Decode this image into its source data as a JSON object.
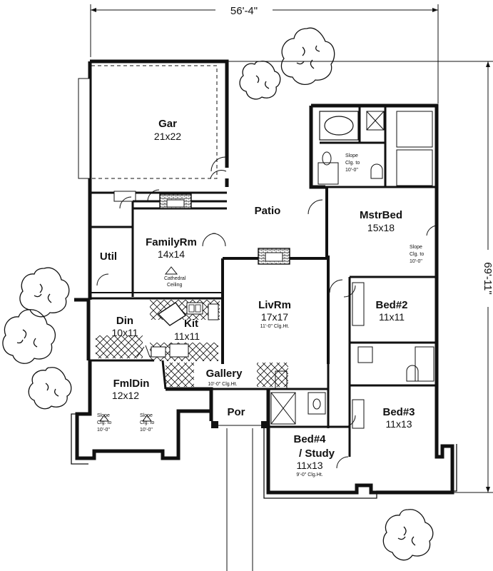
{
  "overall": {
    "width": "56'-4\"",
    "depth": "69'-11\""
  },
  "rooms": [
    {
      "key": "gar",
      "name": "Gar",
      "size": "21x22"
    },
    {
      "key": "patio",
      "name": "Patio",
      "size": ""
    },
    {
      "key": "mstrbed",
      "name": "MstrBed",
      "size": "15x18"
    },
    {
      "key": "familyrm",
      "name": "FamilyRm",
      "size": "14x14"
    },
    {
      "key": "util",
      "name": "Util",
      "size": ""
    },
    {
      "key": "livrm",
      "name": "LivRm",
      "size": "17x17"
    },
    {
      "key": "din",
      "name": "Din",
      "size": "10x11"
    },
    {
      "key": "kit",
      "name": "Kit",
      "size": "11x11"
    },
    {
      "key": "bed2",
      "name": "Bed#2",
      "size": "11x11"
    },
    {
      "key": "gallery",
      "name": "Gallery",
      "size": ""
    },
    {
      "key": "fmldin",
      "name": "FmlDin",
      "size": "12x12"
    },
    {
      "key": "por",
      "name": "Por",
      "size": ""
    },
    {
      "key": "bed3",
      "name": "Bed#3",
      "size": "11x13"
    },
    {
      "key": "bed4a",
      "name": "Bed#4",
      "size": ""
    },
    {
      "key": "bed4b",
      "name": "/ Study",
      "size": "11x13"
    }
  ],
  "notes": {
    "master_bath_slope": [
      "Slope",
      "Clg. to",
      "10'-0\""
    ],
    "master_bed_slope": [
      "Slope",
      "Clg. to",
      "10'-0\""
    ],
    "family_ceiling": [
      "Cathedral",
      "Ceiling"
    ],
    "livrm_ceiling": "11'-0\" Clg.Ht.",
    "gallery_ceiling": "10'-0\" Clg.Ht.",
    "fmldin_slope_left": [
      "Slope",
      "Clg. to",
      "10'-0\""
    ],
    "fmldin_slope_right": [
      "Slope",
      "Clg. to",
      "10'-0\""
    ],
    "bed4_ceiling": "9'-0\" Clg.Ht."
  }
}
